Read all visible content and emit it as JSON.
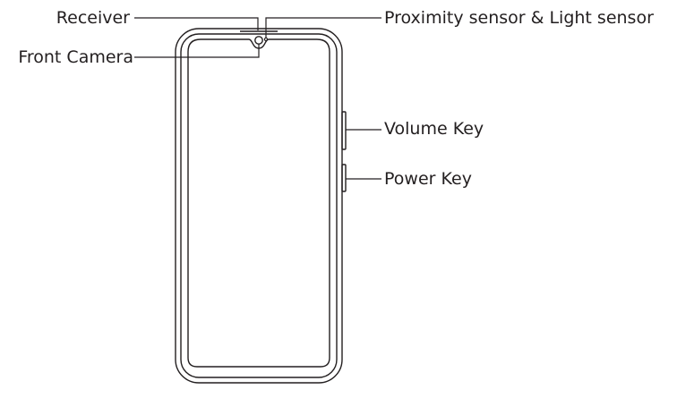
{
  "diagram": {
    "labels": {
      "receiver": "Receiver",
      "front_camera": "Front Camera",
      "proximity_light_sensor": "Proximity sensor & Light sensor",
      "volume_key": "Volume Key",
      "power_key": "Power Key"
    },
    "colors": {
      "line": "#231f20",
      "background": "#ffffff"
    }
  }
}
